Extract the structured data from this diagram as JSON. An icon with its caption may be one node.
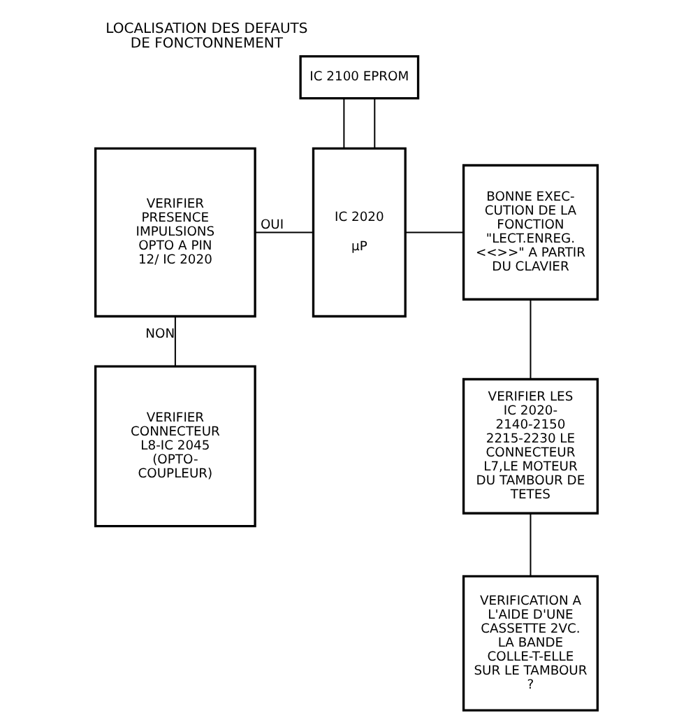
{
  "diagram": {
    "title": "LOCALISATION DES DEFAUTS DE FONCTONNEMENT",
    "nodes": [
      {
        "text": [
          "IC 2100 EPROM"
        ]
      },
      {
        "text": [
          "VERIFIER PRESENCE IMPULSIONS OPTO A PIN 12/ IC 2020"
        ]
      },
      {
        "text": [
          "IC 2020",
          "µP"
        ]
      },
      {
        "text": [
          "BONNE EXEC- CUTION DE LA FONCTION \"LECT.ENREG. <<>>\" A PARTIR DU CLAVIER"
        ]
      },
      {
        "text": [
          "VERIFIER LES IC 2020- 2140-2150 2215-2230 LE CONNECTEUR L7,LE MOTEUR DU TAMBOUR DE TETES"
        ]
      },
      {
        "text": [
          "VERIFIER CONNECTEUR L8-IC 2045 (OPTO- COUPLEUR)"
        ]
      },
      {
        "text": [
          "VERIFICATION A L'AIDE D'UNE CASSETTE 2VC. LA BANDE COLLE-T-ELLE SUR LE TAMBOUR ?"
        ]
      }
    ],
    "edges": [
      {
        "from": 0,
        "to": 2,
        "arrow": "none"
      },
      {
        "from": 0,
        "to": 2,
        "arrow": "none"
      },
      {
        "from": 1,
        "to": 2,
        "arrow": "none",
        "label": "OUI"
      },
      {
        "from": 2,
        "to": 3,
        "arrow": "none"
      },
      {
        "from": 1,
        "to": 5,
        "arrow": "none",
        "label": "NON"
      },
      {
        "from": 3,
        "to": 4,
        "arrow": "none"
      },
      {
        "from": 4,
        "to": 6,
        "arrow": "none"
      }
    ]
  }
}
